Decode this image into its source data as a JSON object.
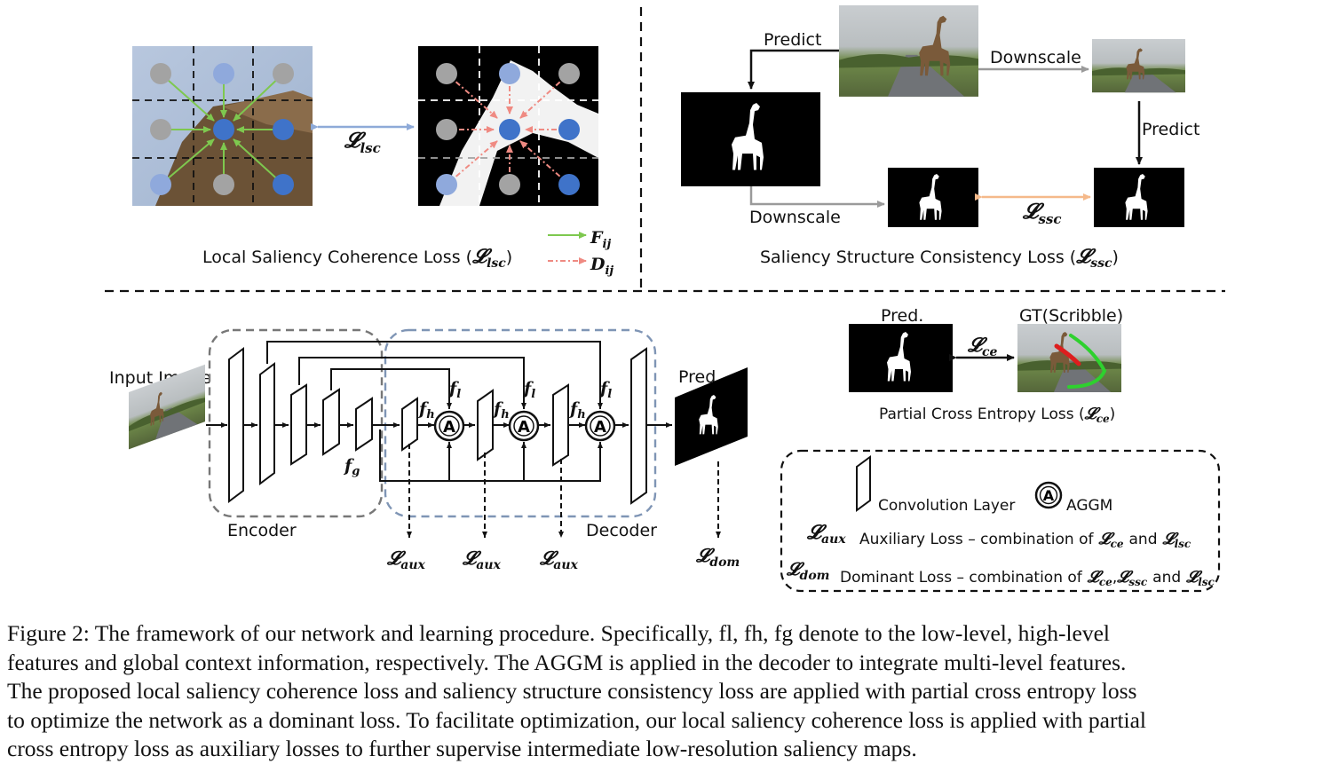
{
  "top_left": {
    "loss_symbol": "𝓛",
    "loss_sub": "lsc",
    "title_prefix": "Local Saliency Coherence Loss (",
    "title_sym": "𝓛",
    "title_sub": "lsc",
    "title_suffix": ")",
    "legend_f": "F",
    "legend_f_sub": "ij",
    "legend_d": "D",
    "legend_d_sub": "ij"
  },
  "top_right": {
    "predict_1": "Predict",
    "downscale_1": "Downscale",
    "predict_2": "Predict",
    "downscale_2": "Downscale",
    "loss_symbol": "𝓛",
    "loss_sub": "ssc",
    "title_prefix": "Saliency Structure Consistency Loss (",
    "title_sym": "𝓛",
    "title_sub": "ssc",
    "title_suffix": ")"
  },
  "network": {
    "input_label": "Input Image",
    "encoder_label": "Encoder",
    "decoder_label": "Decoder",
    "pred_label": "Pred.",
    "f_l": "f",
    "f_l_sub": "l",
    "f_h": "f",
    "f_h_sub": "h",
    "f_g": "f",
    "f_g_sub": "g",
    "aggm_letter": "A",
    "aux_sym": "𝓛",
    "aux_sub": "aux",
    "dom_sym": "𝓛",
    "dom_sub": "dom"
  },
  "ce_panel": {
    "pred_label": "Pred.",
    "gt_label": "GT(Scribble)",
    "loss_sym": "𝓛",
    "loss_sub": "ce",
    "title_prefix": "Partial Cross Entropy Loss (",
    "title_sym": "𝓛",
    "title_sub": "ce",
    "title_suffix": ")"
  },
  "legend": {
    "conv_label": "Convolution Layer",
    "aggm_letter": "A",
    "aggm_label": "AGGM",
    "aux_sym": "𝓛",
    "aux_sub": "aux",
    "aux_text": "Auxiliary Loss – combination of",
    "aux_t1_sym": "𝓛",
    "aux_t1_sub": "ce",
    "aux_and": "and",
    "aux_t2_sym": "𝓛",
    "aux_t2_sub": "lsc",
    "dom_sym": "𝓛",
    "dom_sub": "dom",
    "dom_text": "Dominant Loss – combination of",
    "dom_t1_sym": "𝓛",
    "dom_t1_sub": "ce",
    "dom_comma": ",",
    "dom_t2_sym": "𝓛",
    "dom_t2_sub": "ssc",
    "dom_and": "and",
    "dom_t3_sym": "𝓛",
    "dom_t3_sub": "lsc"
  },
  "caption": {
    "line1": "Figure 2: The framework of our network and learning procedure. Specifically, fl, fh, fg denote to the low-level, high-level",
    "line2": "features and global context information, respectively. The AGGM is applied in the decoder to integrate multi-level features.",
    "line3": "The proposed local saliency coherence loss and saliency structure consistency loss are applied with partial cross entropy loss",
    "line4": "to optimize the network as a dominant loss. To facilitate optimization, our local saliency coherence loss is applied with partial",
    "line5": "cross entropy loss as auxiliary losses to further supervise intermediate low-resolution saliency maps."
  },
  "colors": {
    "node_center": "#3f73c9",
    "node_light": "#8fa9dc",
    "node_gray": "#a3a3a3",
    "arrow_green": "#7ec84f",
    "arrow_red": "#ef8a82",
    "arrow_blue": "#8eaad8",
    "arrow_orange": "#f5b98a",
    "encoder_border": "#777777",
    "decoder_border": "#7f95b5",
    "scribble_green": "#2ed12e",
    "scribble_red": "#dd1e1e"
  }
}
